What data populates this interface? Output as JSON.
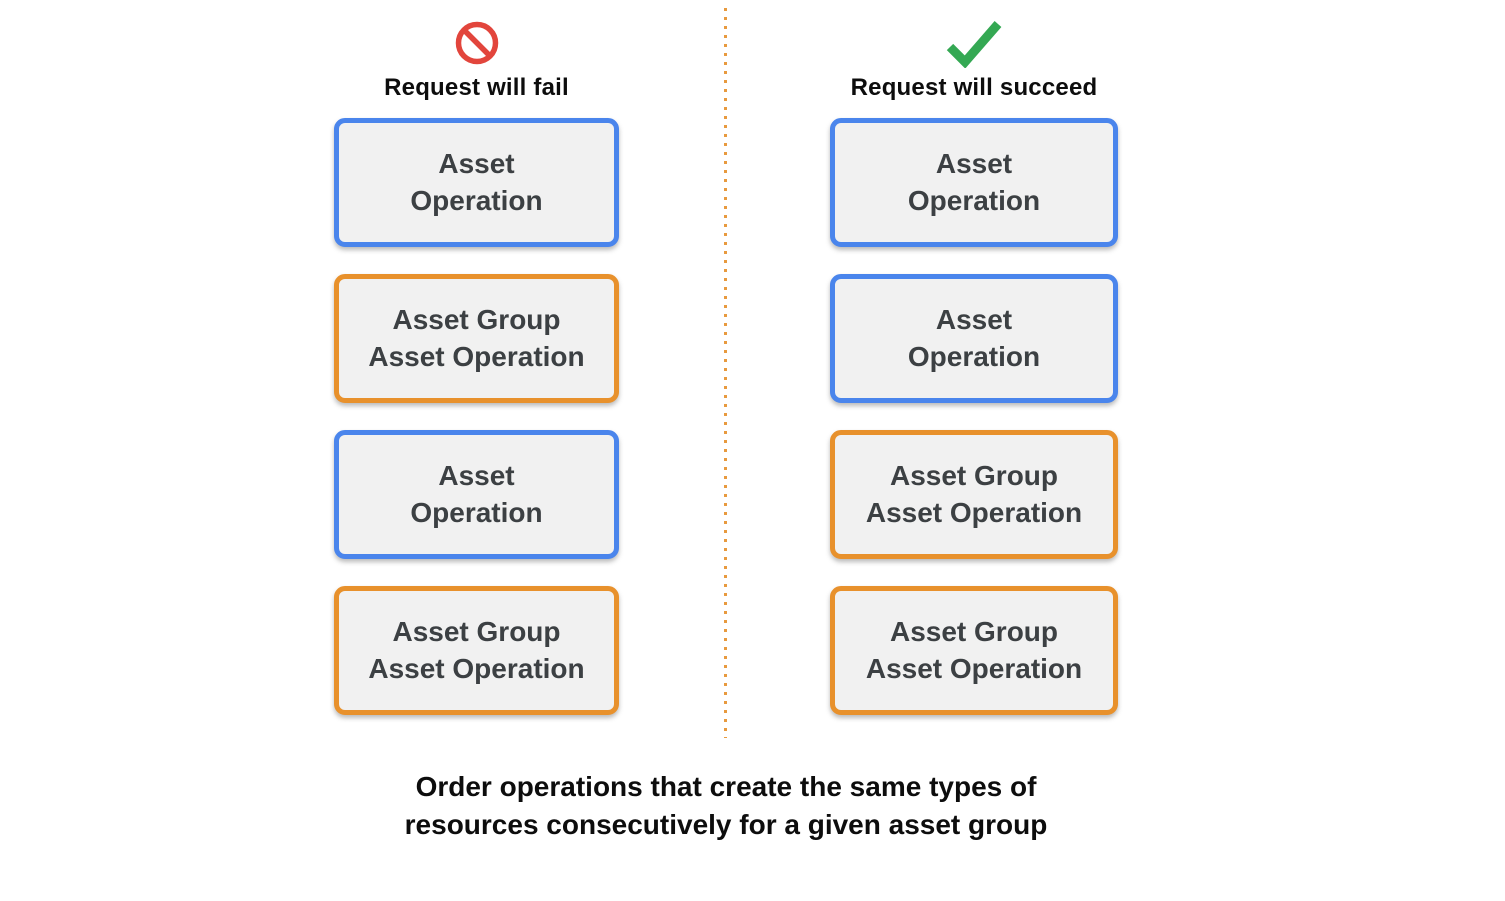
{
  "colors": {
    "asset_operation_border_blue": "#4a85ec",
    "asset_group_operation_border_orange": "#e8912c",
    "box_fill_gray": "#f1f1f1",
    "box_text_gray": "#3c4043",
    "fail_icon_red": "#e2453c",
    "success_icon_green": "#34a853",
    "divider_dotted_orange": "#e89a3e",
    "heading_text_black": "#0d0d0d"
  },
  "columns": [
    {
      "id": "fail",
      "icon": "prohibition-icon",
      "title": "Request will fail",
      "boxes": [
        {
          "type": "asset",
          "line1": "Asset",
          "line2": "Operation"
        },
        {
          "type": "asset-group",
          "line1": "Asset Group",
          "line2": "Asset Operation"
        },
        {
          "type": "asset",
          "line1": "Asset",
          "line2": "Operation"
        },
        {
          "type": "asset-group",
          "line1": "Asset Group",
          "line2": "Asset Operation"
        }
      ]
    },
    {
      "id": "succeed",
      "icon": "checkmark-icon",
      "title": "Request will succeed",
      "boxes": [
        {
          "type": "asset",
          "line1": "Asset",
          "line2": "Operation"
        },
        {
          "type": "asset",
          "line1": "Asset",
          "line2": "Operation"
        },
        {
          "type": "asset-group",
          "line1": "Asset Group",
          "line2": "Asset Operation"
        },
        {
          "type": "asset-group",
          "line1": "Asset Group",
          "line2": "Asset Operation"
        }
      ]
    }
  ],
  "caption": {
    "line1": "Order operations that create the same types of",
    "line2": "resources consecutively for a given asset group"
  }
}
